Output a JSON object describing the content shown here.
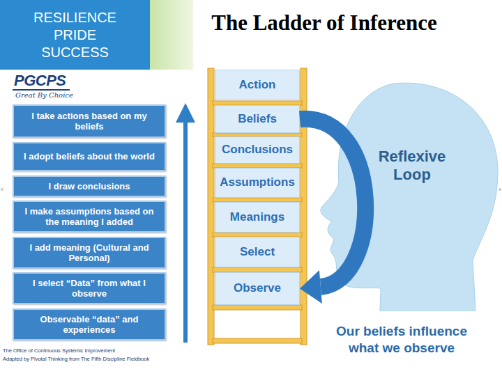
{
  "diagram": {
    "title": "The Ladder of Inference",
    "nodes": [
      {
        "text": [
          "RESILIENCE PRIDE SUCCESS"
        ]
      },
      {
        "text": [
          "I take actions based on my beliefs"
        ]
      },
      {
        "text": [
          "I adopt beliefs about the world"
        ]
      },
      {
        "text": [
          "I draw conclusions"
        ]
      },
      {
        "text": [
          "I make assumptions based on the meaning I added"
        ]
      },
      {
        "text": [
          "I add meaning (Cultural and Personal)"
        ]
      },
      {
        "text": [
          "I select “Data” from what I observe"
        ]
      },
      {
        "text": [
          "Observable “data” and experiences"
        ]
      },
      {
        "text": [
          "Action"
        ]
      },
      {
        "text": [
          "Beliefs"
        ]
      },
      {
        "text": [
          "Conclusions"
        ]
      },
      {
        "text": [
          "Assumptions"
        ]
      },
      {
        "text": [
          "Meanings"
        ]
      },
      {
        "text": [
          "Select"
        ]
      },
      {
        "text": [
          "Observe"
        ]
      },
      {
        "text": [
          "Reflexive Loop"
        ]
      }
    ],
    "edges": [
      {
        "from": 9,
        "to": 14,
        "arrow": "to"
      }
    ],
    "labels": [
      "PGCPS",
      "Great By Choice",
      "The Office of Continuous Systemic Improvement",
      "Adapted by Pivotal Thinking from The Fifth Discipline Fieldbook",
      "Our beliefs influence what we observe"
    ]
  }
}
